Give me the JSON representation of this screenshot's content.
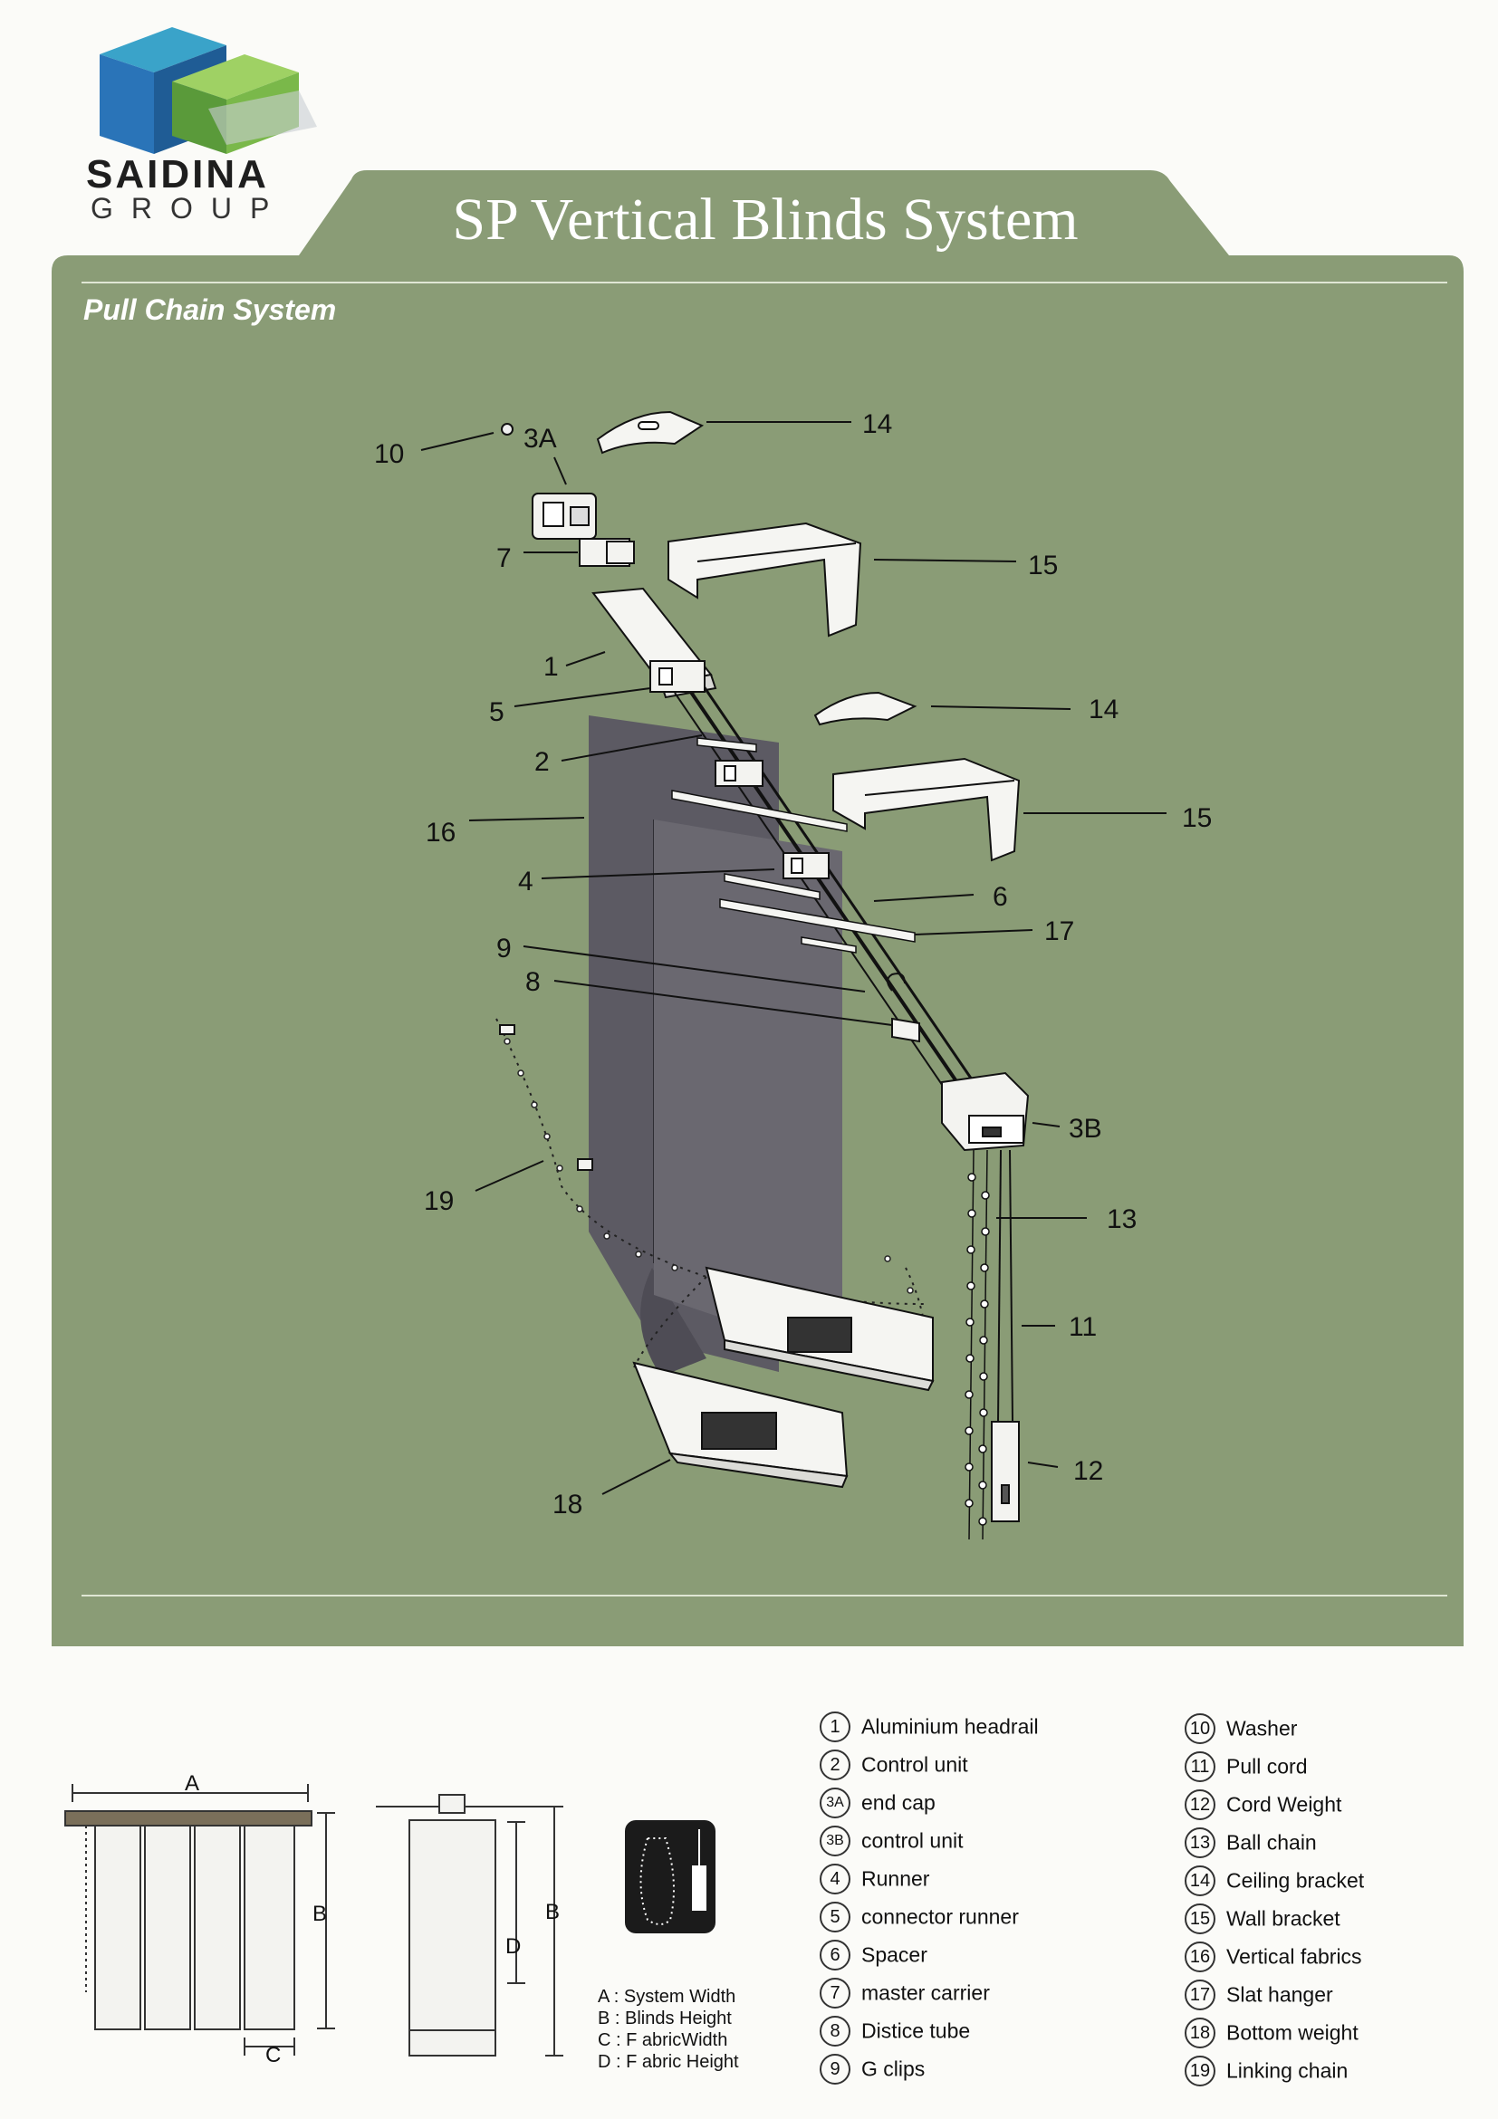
{
  "brand": {
    "name": "SAIDINA",
    "group": "GROUP"
  },
  "title": "SP Vertical  Blinds System",
  "subtitle": "Pull  Chain System",
  "colors": {
    "panel": "#8a9c76",
    "ink": "#111111",
    "blind_fabric": "#5c5a63",
    "paper": "#fbfbf8",
    "logo_blue": "#2a74b8",
    "logo_green": "#7ab84a"
  },
  "callouts": [
    "10",
    "3A",
    "14",
    "7",
    "15",
    "1",
    "5",
    "14",
    "2",
    "15",
    "16",
    "4",
    "6",
    "17",
    "9",
    "8",
    "3B",
    "19",
    "13",
    "11",
    "12",
    "18"
  ],
  "dimensions": {
    "labels": [
      "A",
      "B",
      "C",
      "B",
      "D"
    ],
    "key": [
      "A : System Width",
      "B : Blinds Height",
      "C : F abricWidth",
      "D : F abric Height"
    ]
  },
  "legend": [
    {
      "num": "1",
      "label": "Aluminium headrail"
    },
    {
      "num": "2",
      "label": "Control unit"
    },
    {
      "num": "3A",
      "label": "end cap"
    },
    {
      "num": "3B",
      "label": "control unit"
    },
    {
      "num": "4",
      "label": "Runner"
    },
    {
      "num": "5",
      "label": "connector runner"
    },
    {
      "num": "6",
      "label": "Spacer"
    },
    {
      "num": "7",
      "label": "master carrier"
    },
    {
      "num": "8",
      "label": "Distice tube"
    },
    {
      "num": "9",
      "label": "G clips"
    },
    {
      "num": "10",
      "label": "Washer"
    },
    {
      "num": "11",
      "label": "Pull cord"
    },
    {
      "num": "12",
      "label": "Cord Weight"
    },
    {
      "num": "13",
      "label": "Ball chain"
    },
    {
      "num": "14",
      "label": "Ceiling bracket"
    },
    {
      "num": "15",
      "label": "Wall bracket"
    },
    {
      "num": "16",
      "label": "Vertical fabrics"
    },
    {
      "num": "17",
      "label": "Slat hanger"
    },
    {
      "num": "18",
      "label": "Bottom weight"
    },
    {
      "num": "19",
      "label": "Linking chain"
    }
  ]
}
